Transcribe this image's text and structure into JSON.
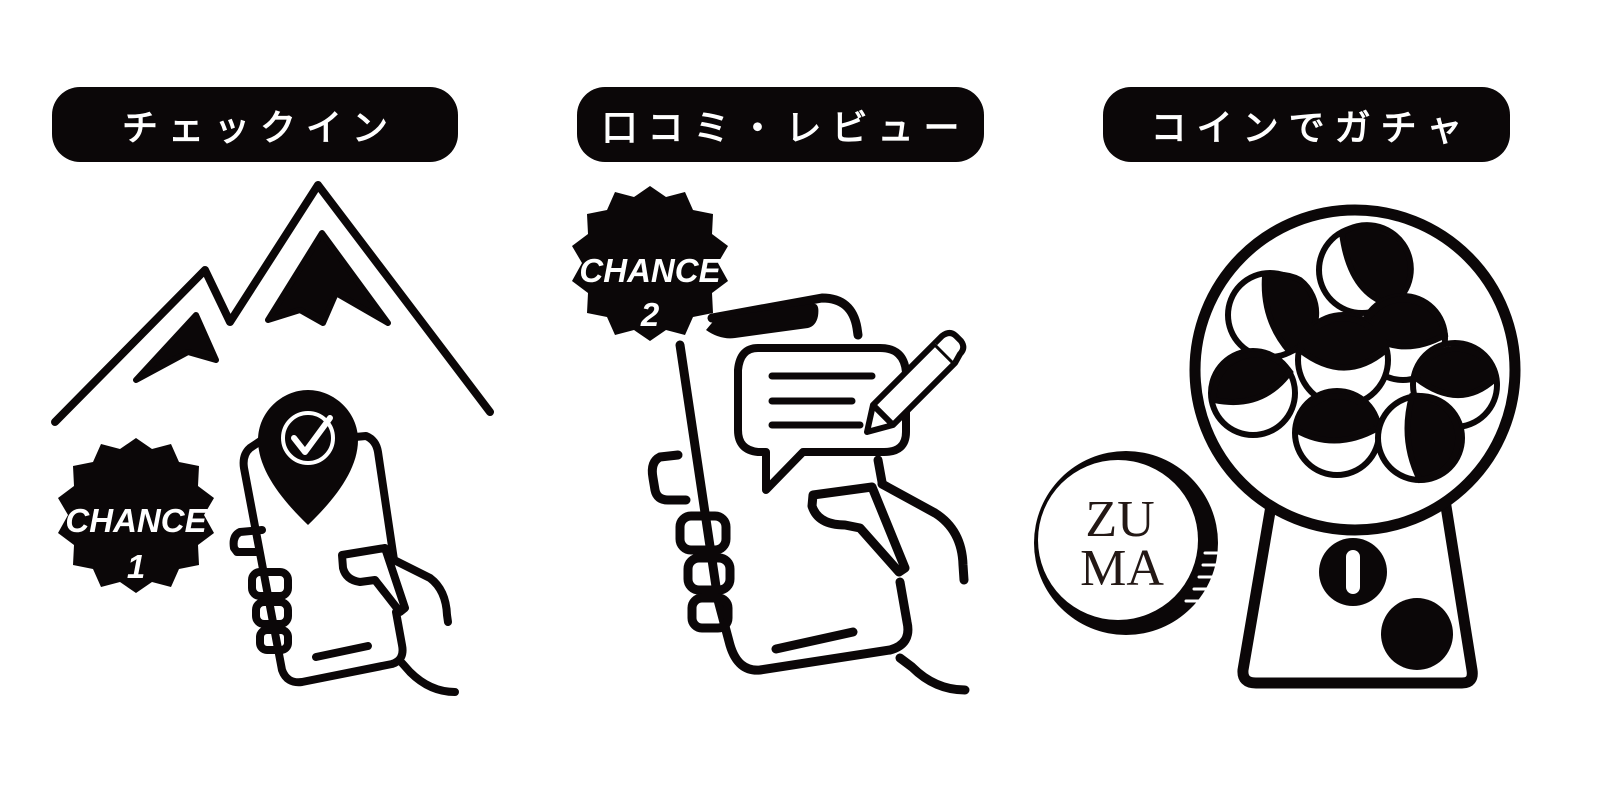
{
  "steps": [
    {
      "label": "チェックイン",
      "badge": {
        "word": "CHANCE",
        "number": "1"
      },
      "illustration": "mountains-and-phone-with-checkin-pin"
    },
    {
      "label": "口コミ・レビュー",
      "badge": {
        "word": "CHANCE",
        "number": "2"
      },
      "illustration": "phone-with-review-speech-bubble-and-pencil"
    },
    {
      "label": "コインでガチャ",
      "coin": {
        "line1": "ZU",
        "line2": "MA"
      },
      "illustration": "gacha-capsule-machine"
    }
  ],
  "colors": {
    "ink": "#0b0708",
    "background": "#ffffff",
    "coin_text": "#231815"
  }
}
